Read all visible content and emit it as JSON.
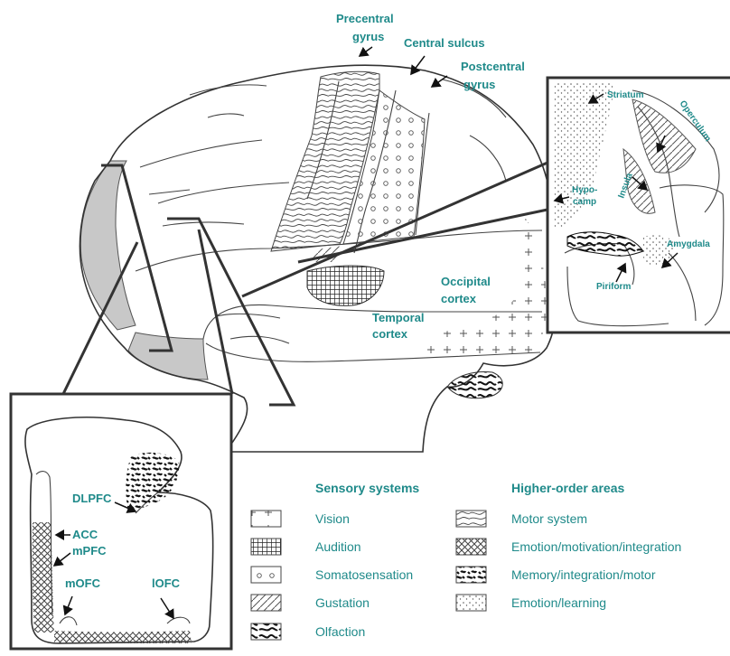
{
  "brain_labels": {
    "precentral": [
      "Precentral",
      "gyrus"
    ],
    "central_sulcus": "Central sulcus",
    "postcentral": [
      "Postcentral",
      "gyrus"
    ],
    "temporal": [
      "Temporal",
      "cortex"
    ],
    "occipital": [
      "Occipital",
      "cortex"
    ]
  },
  "right_inset": {
    "striatum": "Striatum",
    "operculum": "Operculum",
    "insula": "Insula",
    "hypocamp": [
      "Hypo-",
      "camp"
    ],
    "amygdala": "Amygdala",
    "piriform": "Piriform"
  },
  "left_inset": {
    "dlpfc": "DLPFC",
    "acc": "ACC",
    "mpfc": "mPFC",
    "mofc": "mOFC",
    "lofc": "lOFC"
  },
  "legend": {
    "sensory_title": "Sensory systems",
    "sensory_items": [
      {
        "label": "Vision",
        "pattern": "plus-pattern"
      },
      {
        "label": "Audition",
        "pattern": "grid-pattern"
      },
      {
        "label": "Somatosensation",
        "pattern": "circle-pattern"
      },
      {
        "label": "Gustation",
        "pattern": "diagonal-pattern"
      },
      {
        "label": "Olfaction",
        "pattern": "squiggle-pattern"
      }
    ],
    "higher_title": "Higher-order areas",
    "higher_items": [
      {
        "label": "Motor system",
        "pattern": "contour-pattern"
      },
      {
        "label": "Emotion/motivation/integration",
        "pattern": "crosshatch-pattern"
      },
      {
        "label": "Memory/integration/motor",
        "pattern": "dash-pattern"
      },
      {
        "label": "Emotion/learning",
        "pattern": "dot-pattern"
      }
    ]
  },
  "colors": {
    "label_teal": "#1f8a8a",
    "outline": "#333333",
    "shade_gray": "#c8c8c8"
  }
}
